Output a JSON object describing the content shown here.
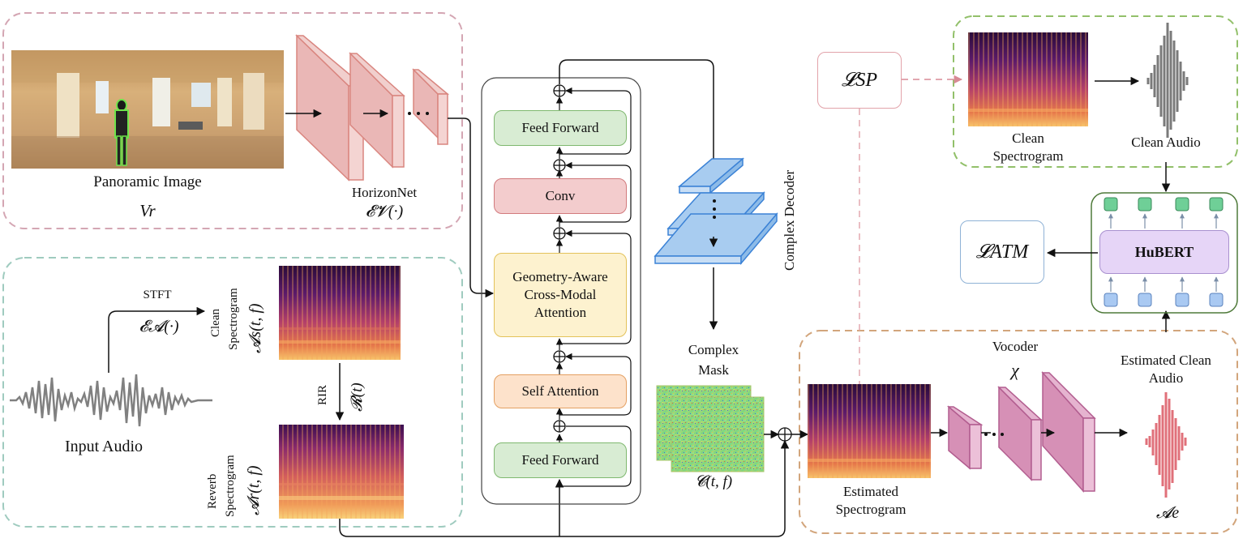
{
  "visual": {
    "panoramic_image": {
      "label": "Panoramic Image",
      "symbol": "Vr"
    },
    "horizonnet": {
      "label": "HorizonNet",
      "symbol": "𝓔𝓥(·)"
    }
  },
  "audio_input": {
    "stft_label": "STFT",
    "stft_symbol": "𝓔𝓐(·)",
    "clean_spec_label_1": "Clean",
    "clean_spec_label_2": "Spectrogram",
    "clean_spec_symbol": "𝓐s(t, f)",
    "rir_label": "RIR",
    "rir_symbol": "𝓡(t)",
    "reverb_spec_label_1": "Reverb",
    "reverb_spec_label_2": "Spectrogram",
    "reverb_spec_symbol": "𝓐r(t, f)",
    "input_audio_label": "Input Audio"
  },
  "transformer": {
    "feed_forward_top": "Feed Forward",
    "conv": "Conv",
    "cross_attention": "Geometry-Aware Cross-Modal Attention",
    "self_attention": "Self Attention",
    "feed_forward_bottom": "Feed Forward"
  },
  "decoder": {
    "label": "Complex Decoder",
    "mask_label": "Complex Mask",
    "mask_symbol": "𝓒(t, f)"
  },
  "losses": {
    "sp": "𝓛SP",
    "atm": "𝓛ATM"
  },
  "clean_target": {
    "spec_label": "Clean Spectrogram",
    "audio_label": "Clean Audio"
  },
  "hubert": {
    "label": "HuBERT"
  },
  "vocoder_section": {
    "estimated_spec_label": "Estimated Spectrogram",
    "vocoder_label": "Vocoder",
    "vocoder_symbol": "χ",
    "estimated_audio_label": "Estimated Clean Audio",
    "estimated_audio_symbol": "𝓐e"
  },
  "colors": {
    "pink_border": "#d4a6b3",
    "teal_border": "#9fcbbf",
    "green_border": "#92c06a",
    "orange_border": "#d2a57c",
    "horizonnet_fill": "#eab7b6",
    "decoder_fill": "#a8ccf0",
    "vocoder_fill": "#d690b6",
    "feedforward_fill": "#d8ecd3",
    "conv_fill": "#f3cccd",
    "attention_fill": "#fdf2cf",
    "selfattn_fill": "#fde2cb",
    "hubert_fill": "#e6d5f7"
  }
}
